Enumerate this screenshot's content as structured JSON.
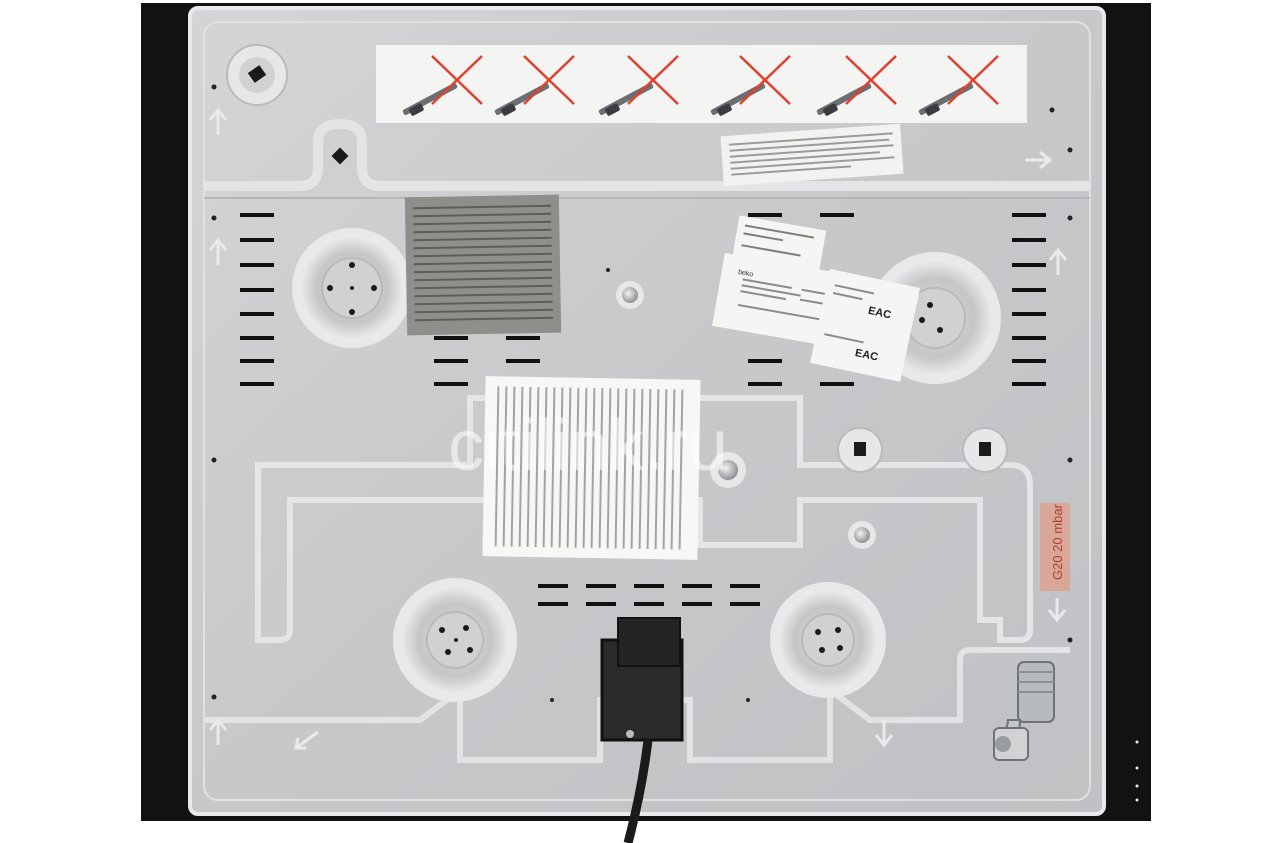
{
  "watermark": "citilink.ru",
  "gas_label": {
    "text": "G20 20 mbar"
  },
  "rating_plate": {
    "brand": "beko",
    "brand2": "beko"
  },
  "warning_strip": {
    "count": 6
  },
  "colors": {
    "glass": "#121212",
    "steel": "#c9cbcd",
    "steel_dark": "#a9acaf",
    "label_white": "#f4f4f2",
    "label_grey": "#8e8e8b",
    "gas_label_bg": "#d9a79a",
    "gas_label_text": "#b3402a",
    "red_cross": "#e0412f"
  }
}
